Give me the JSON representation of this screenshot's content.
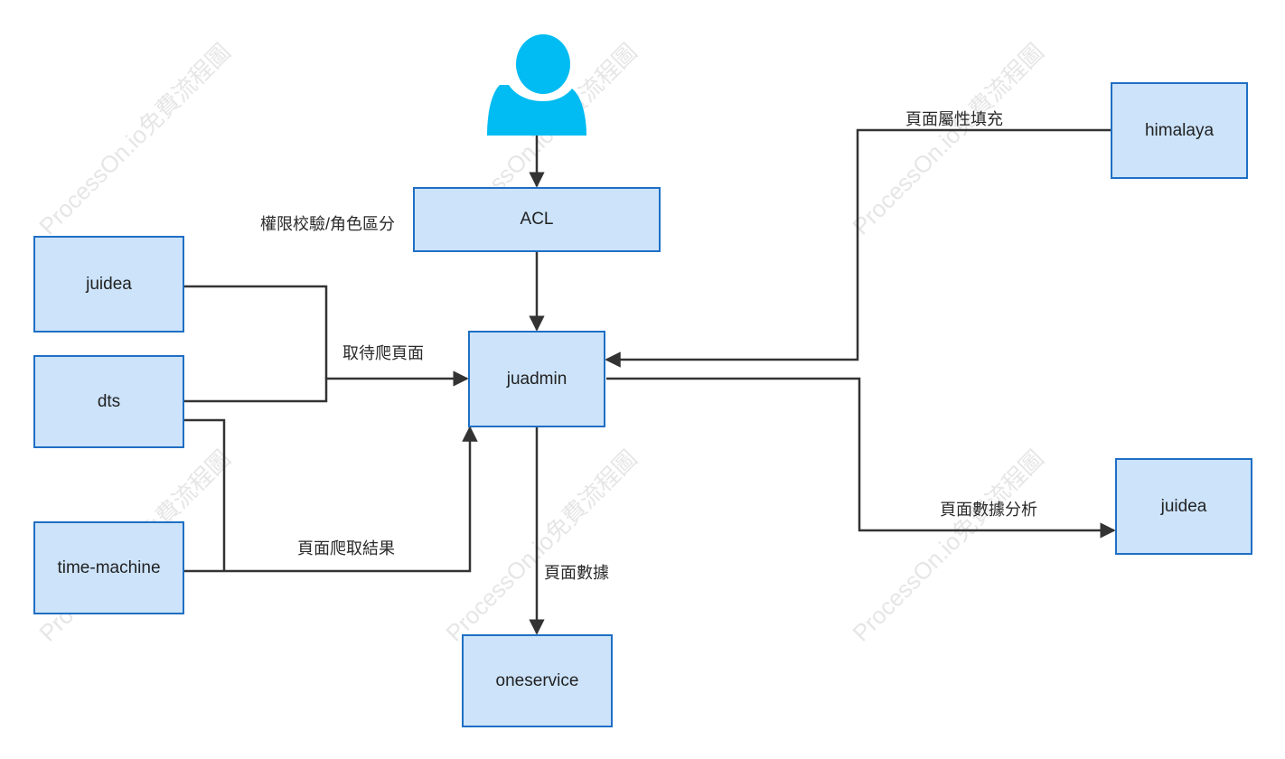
{
  "watermark": "ProcessOn.io免費流程圖",
  "colors": {
    "node_fill": "#cce3fa",
    "node_border": "#1f6fc4",
    "edge": "#333333",
    "person": "#00bcf2"
  },
  "person": {
    "icon": "user-icon"
  },
  "nodes": {
    "acl": "ACL",
    "juadmin": "juadmin",
    "juidea_left": "juidea",
    "dts": "dts",
    "time_machine": "time-machine",
    "oneservice": "oneservice",
    "himalaya": "himalaya",
    "juidea_right": "juidea"
  },
  "edge_labels": {
    "acl_check": "權限校驗/角色區分",
    "fetch_pending": "取待爬頁面",
    "crawl_result": "頁面爬取結果",
    "page_data": "頁面數據",
    "attr_fill": "頁面屬性填充",
    "data_analysis": "頁面數據分析"
  }
}
